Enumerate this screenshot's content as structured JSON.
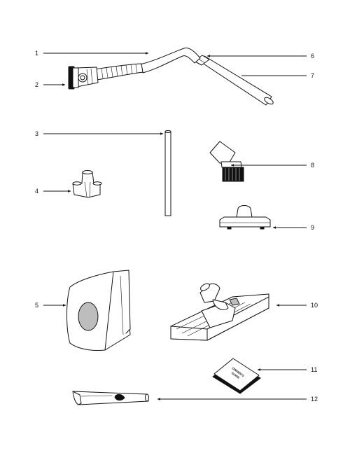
{
  "callouts": {
    "c1": "1",
    "c2": "2",
    "c3": "3",
    "c4": "4",
    "c5": "5",
    "c6": "6",
    "c7": "7",
    "c8": "8",
    "c9": "9",
    "c10": "10",
    "c11": "11",
    "c12": "12"
  },
  "owners_guide": {
    "line1": "OWNER'S",
    "line2": "GUIDE"
  }
}
